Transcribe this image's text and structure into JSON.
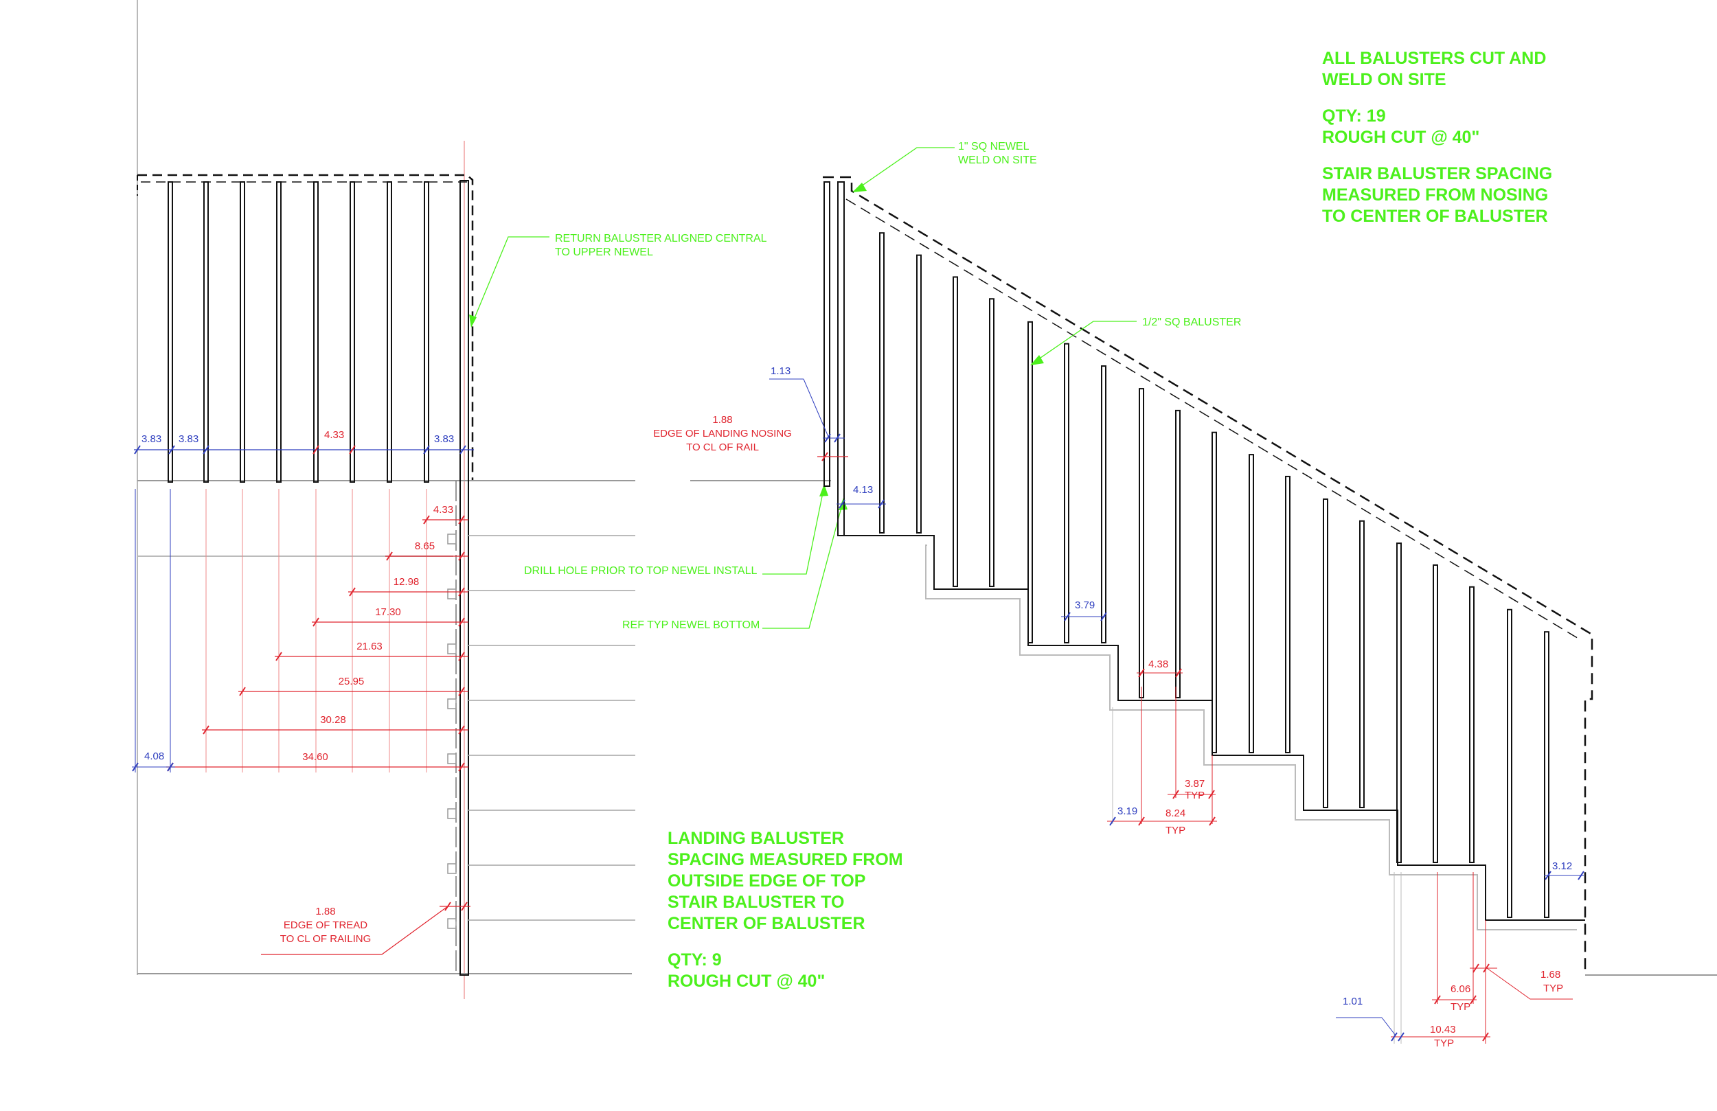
{
  "notes": {
    "stair_header": {
      "line1": "ALL BALUSTERS CUT AND",
      "line2": "WELD ON SITE",
      "qty": "QTY: 19",
      "cut": "ROUGH CUT @ 40\"",
      "spacing1": "STAIR BALUSTER SPACING",
      "spacing2": "MEASURED FROM NOSING",
      "spacing3": "TO CENTER OF BALUSTER"
    },
    "landing": {
      "line1": "LANDING BALUSTER",
      "line2": "SPACING MEASURED FROM",
      "line3": "OUTSIDE EDGE OF TOP",
      "line4": "STAIR BALUSTER TO",
      "line5": "CENTER OF BALUSTER",
      "qty": "QTY: 9",
      "cut": "ROUGH CUT @ 40\""
    }
  },
  "callouts": {
    "return_baluster": [
      "RETURN BALUSTER ALIGNED CENTRAL",
      "TO UPPER NEWEL"
    ],
    "sq_newel": [
      "1\" SQ NEWEL",
      "WELD ON SITE"
    ],
    "sq_baluster": "1/2\" SQ BALUSTER",
    "drill_hole": "DRILL HOLE PRIOR TO TOP NEWEL INSTALL",
    "ref_newel": "REF TYP NEWEL BOTTOM"
  },
  "dimensions": {
    "landing_top": [
      "3.83",
      "3.83",
      "4.33",
      "3.83"
    ],
    "landing_running": [
      "4.33",
      "8.65",
      "12.98",
      "17.30",
      "21.63",
      "25.95",
      "30.28",
      "34.60"
    ],
    "landing_side": "4.08",
    "landing_nosing": [
      "1.88",
      "EDGE OF LANDING NOSING",
      "TO CL OF RAIL"
    ],
    "tread_edge": [
      "1.88",
      "EDGE OF TREAD",
      "TO CL OF RAILING"
    ],
    "newel_offset": "1.13",
    "newel_spacing": "4.13",
    "stair_spacing_a": "3.79",
    "stair_spacing_b": "4.38",
    "stair_typ_a": [
      "3.87",
      "TYP"
    ],
    "stair_typ_b": [
      "8.24",
      "TYP"
    ],
    "stair_side_a": "3.19",
    "stair_bottom_right": "3.12",
    "stair_bottom_left": "1.01",
    "stair_typ_c": [
      "6.06",
      "TYP"
    ],
    "stair_typ_d": [
      "10.43",
      "TYP"
    ],
    "stair_typ_e": [
      "1.68",
      "TYP"
    ]
  },
  "colors": {
    "note": "#4cf01c",
    "dim_red": "#e0242e",
    "dim_blue": "#2f3fbf",
    "line": "#111111",
    "light": "#b9b9b9"
  }
}
